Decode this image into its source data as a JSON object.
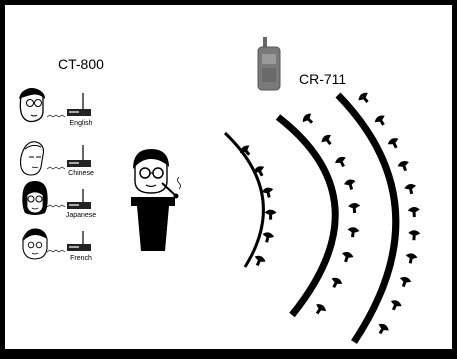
{
  "transmitter": {
    "label": "CT-800"
  },
  "receiver": {
    "label": "CR-711"
  },
  "languages": [
    "English",
    "Chinese",
    "Japanese",
    "French"
  ],
  "colors": {
    "frame": "#000000",
    "background": "#ffffff",
    "device": "#7a7a7a"
  }
}
